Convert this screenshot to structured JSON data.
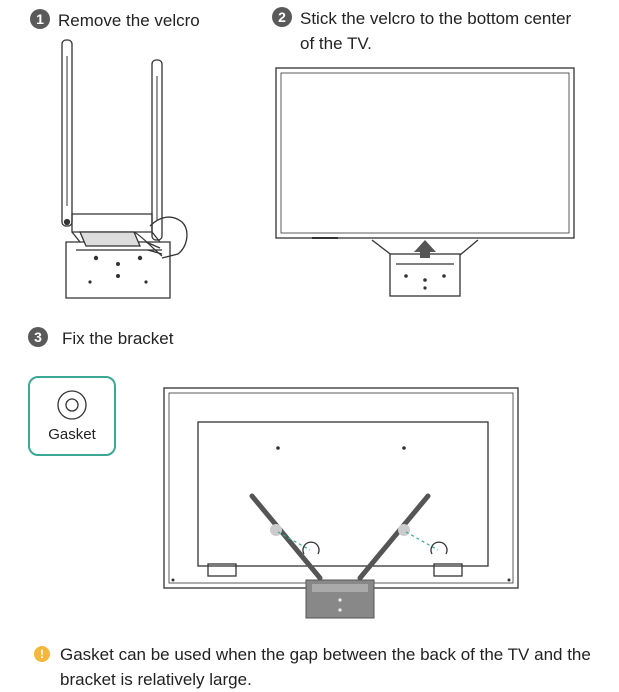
{
  "steps": [
    {
      "number": "1",
      "text": "Remove the velcro"
    },
    {
      "number": "2",
      "text": "Stick the velcro to the bottom center of the TV."
    },
    {
      "number": "3",
      "text": "Fix the bracket"
    }
  ],
  "gasket": {
    "label": "Gasket",
    "accent": "#3aa894"
  },
  "note": {
    "icon": "info-icon",
    "text": "Gasket can be used when the gap between the back of the TV and the bracket is relatively large.",
    "accent": "#f4b73b"
  }
}
